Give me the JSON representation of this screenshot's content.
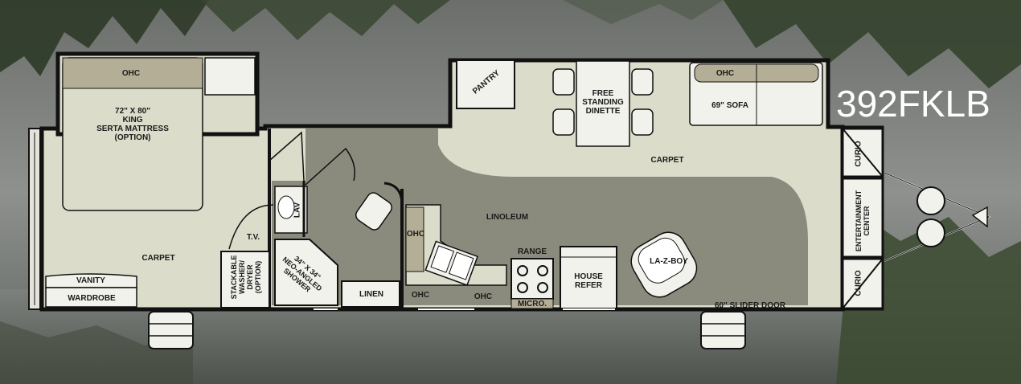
{
  "model_name": "392FKLB",
  "colors": {
    "carpet": "#dcdccb",
    "linoleum": "#8b8b7d",
    "cabinet": "#b4ae96",
    "wall": "#111111"
  },
  "rooms": {
    "bedroom": {
      "ohc": "OHC",
      "mattress": [
        "72\" X 80\"",
        "KING",
        "SERTA MATTRESS",
        "(OPTION)"
      ],
      "carpet": "CARPET",
      "vanity": "VANITY",
      "wardrobe": "WARDROBE"
    },
    "bath": {
      "tv": "T.V.",
      "lav": "LAV",
      "washer": [
        "STACKABLE",
        "WASHER/",
        "DRYER",
        "(OPTION)"
      ],
      "shower": [
        "34\" X 34\"",
        "NEO-ANGLED",
        "SHOWER"
      ],
      "linen": "LINEN"
    },
    "kitchen": {
      "linoleum": "LINOLEUM",
      "ohc_left": "OHC",
      "ohc_bottom1": "OHC",
      "ohc_bottom2": "OHC",
      "range": "RANGE",
      "micro": "MICRO.",
      "refer": [
        "HOUSE",
        "REFER"
      ]
    },
    "living": {
      "pantry": "PANTRY",
      "dinette": [
        "FREE",
        "STANDING",
        "DINETTE"
      ],
      "ohc": "OHC",
      "sofa": "69\" SOFA",
      "carpet": "CARPET",
      "lazboy": "LA-Z-BOY",
      "slider": "60\" SLIDER DOOR"
    },
    "front": {
      "curio_top": "CURIO",
      "entertainment": [
        "ENTERTAINMENT",
        "CENTER"
      ],
      "curio_bottom": "CURIO"
    }
  }
}
